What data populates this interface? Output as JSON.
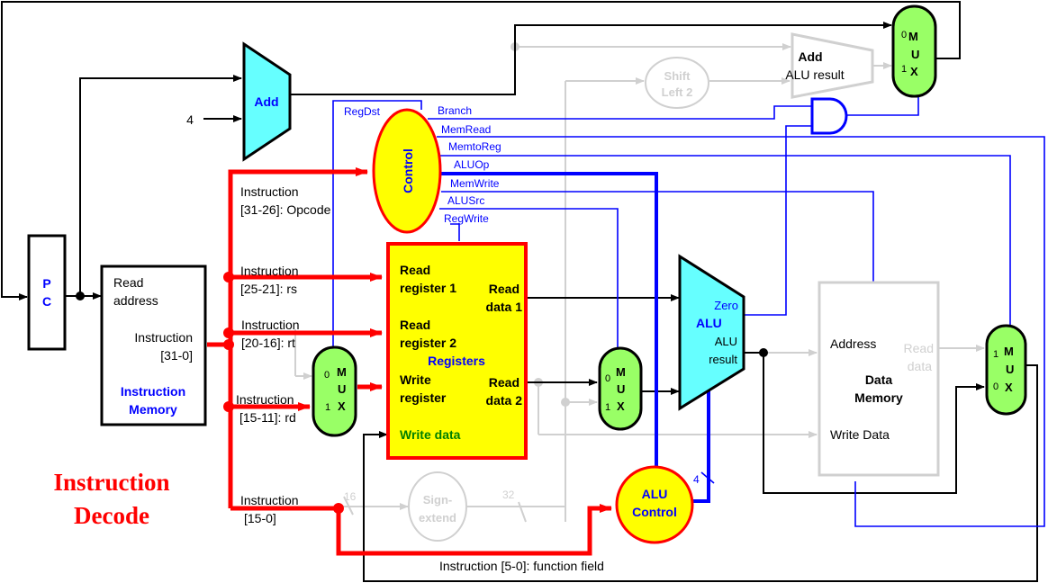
{
  "title": {
    "line1": "Instruction",
    "line2": "Decode"
  },
  "colors": {
    "active": "#ff0000",
    "control": "#0000ff",
    "inactive": "#d0d0d0",
    "mux": "#99ff66",
    "alu": "#66ffff",
    "highlight": "#ffff00"
  },
  "pc": {
    "line1": "P",
    "line2": "C"
  },
  "adder_pc": {
    "label": "Add",
    "const": "4"
  },
  "adder_branch": {
    "label": "Add",
    "sub": "ALU result"
  },
  "shift_left": {
    "line1": "Shift",
    "line2": "Left 2"
  },
  "instruction_memory": {
    "read_address_1": "Read",
    "read_address_2": "address",
    "instruction_1": "Instruction",
    "instruction_2": "[31-0]",
    "name_1": "Instruction",
    "name_2": "Memory"
  },
  "instruction_fields": {
    "opcode_1": "Instruction",
    "opcode_2": "[31-26]: Opcode",
    "rs_1": "Instruction",
    "rs_2": "[25-21]: rs",
    "rt_1": "Instruction",
    "rt_2": "[20-16]: rt",
    "rd_1": "Instruction",
    "rd_2": "[15-11]: rd",
    "imm_1": "Instruction",
    "imm_2": "[15-0]",
    "funct": "Instruction  [5-0]: function field"
  },
  "control": {
    "label": "Control",
    "signals": [
      "RegDst",
      "Branch",
      "MemRead",
      "MemtoReg",
      "ALUOp",
      "MemWrite",
      "ALUSrc",
      "RegWrite"
    ]
  },
  "registers": {
    "read_reg1_1": "Read",
    "read_reg1_2": "register 1",
    "read_reg2_1": "Read",
    "read_reg2_2": "register 2",
    "write_reg_1": "Write",
    "write_reg_2": "register",
    "write_data": "Write data",
    "read_data1_1": "Read",
    "read_data1_2": "data 1",
    "read_data2_1": "Read",
    "read_data2_2": "data 2",
    "name": "Registers"
  },
  "mux": {
    "m": "M",
    "u": "U",
    "x": "X",
    "zero": "0",
    "one": "1"
  },
  "alu": {
    "zero": "Zero",
    "name": "ALU",
    "result_1": "ALU",
    "result_2": "result"
  },
  "alu_control": {
    "line1": "ALU",
    "line2": "Control",
    "width": "4"
  },
  "sign_extend": {
    "line1": "Sign-",
    "line2": "extend",
    "in_width": "16",
    "out_width": "32"
  },
  "data_memory": {
    "address": "Address",
    "read_data_1": "Read",
    "read_data_2": "data",
    "name_1": "Data",
    "name_2": "Memory",
    "write_data": "Write Data"
  }
}
